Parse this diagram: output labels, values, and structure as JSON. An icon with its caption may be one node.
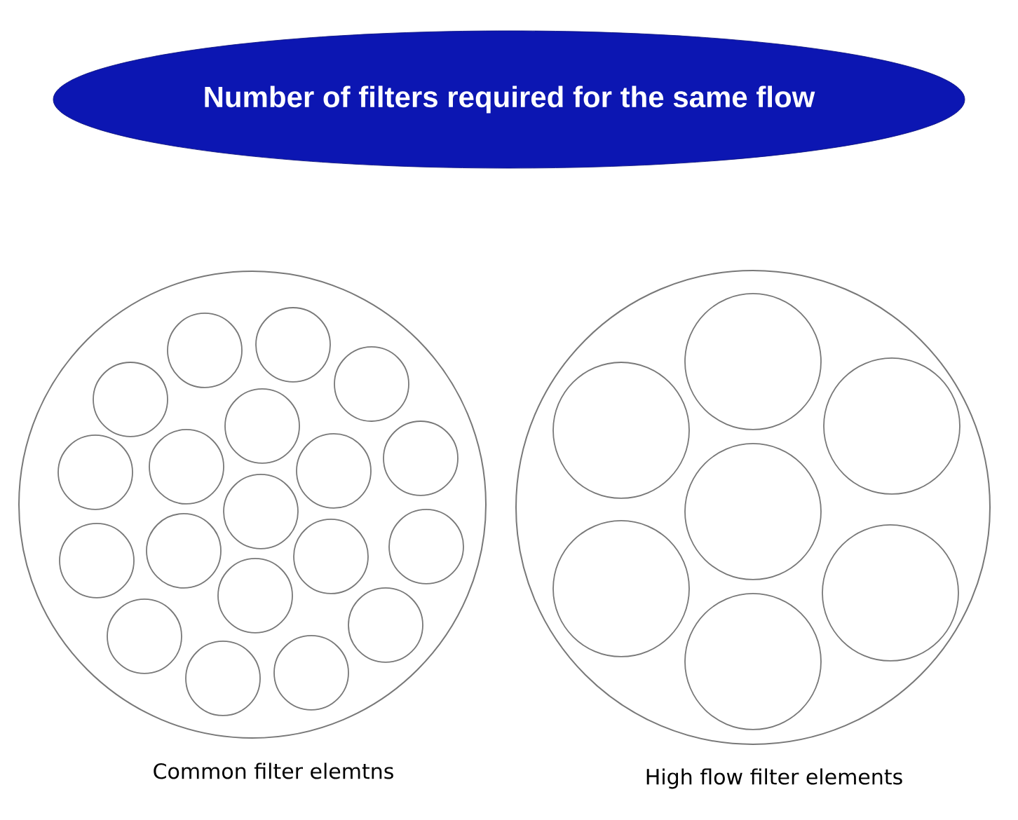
{
  "diagram": {
    "nodes": [
      {
        "text": [
          "Number of filters required for the same flow"
        ]
      },
      {
        "text": [],
        "shape": "circle",
        "beside": [
          "Common filter elemtns"
        ]
      },
      {
        "text": [],
        "shape": "circle",
        "in": 1
      },
      {
        "text": [],
        "shape": "circle",
        "in": 1
      },
      {
        "text": [],
        "shape": "circle",
        "in": 1
      },
      {
        "text": [],
        "shape": "circle",
        "in": 1
      },
      {
        "text": [],
        "shape": "circle",
        "in": 1
      },
      {
        "text": [],
        "shape": "circle",
        "in": 1
      },
      {
        "text": [],
        "shape": "circle",
        "in": 1
      },
      {
        "text": [],
        "shape": "circle",
        "in": 1
      },
      {
        "text": [],
        "shape": "circle",
        "in": 1
      },
      {
        "text": [],
        "shape": "circle",
        "in": 1
      },
      {
        "text": [],
        "shape": "circle",
        "in": 1
      },
      {
        "text": [],
        "shape": "circle",
        "in": 1
      },
      {
        "text": [],
        "shape": "circle",
        "in": 1
      },
      {
        "text": [],
        "shape": "circle",
        "in": 1
      },
      {
        "text": [],
        "shape": "circle",
        "in": 1
      },
      {
        "text": [],
        "shape": "circle",
        "in": 1
      },
      {
        "text": [],
        "shape": "circle",
        "in": 1
      },
      {
        "text": [],
        "shape": "circle",
        "in": 1
      },
      {
        "text": [],
        "shape": "circle",
        "in": 1
      },
      {
        "text": [],
        "shape": "circle",
        "beside": [
          "High flow filter elements"
        ]
      },
      {
        "text": [],
        "shape": "circle",
        "in": 21
      },
      {
        "text": [],
        "shape": "circle",
        "in": 21
      },
      {
        "text": [],
        "shape": "circle",
        "in": 21
      },
      {
        "text": [],
        "shape": "circle",
        "in": 21
      },
      {
        "text": [],
        "shape": "circle",
        "in": 21
      },
      {
        "text": [],
        "shape": "circle",
        "in": 21
      },
      {
        "text": [],
        "shape": "circle",
        "in": 21
      }
    ]
  }
}
